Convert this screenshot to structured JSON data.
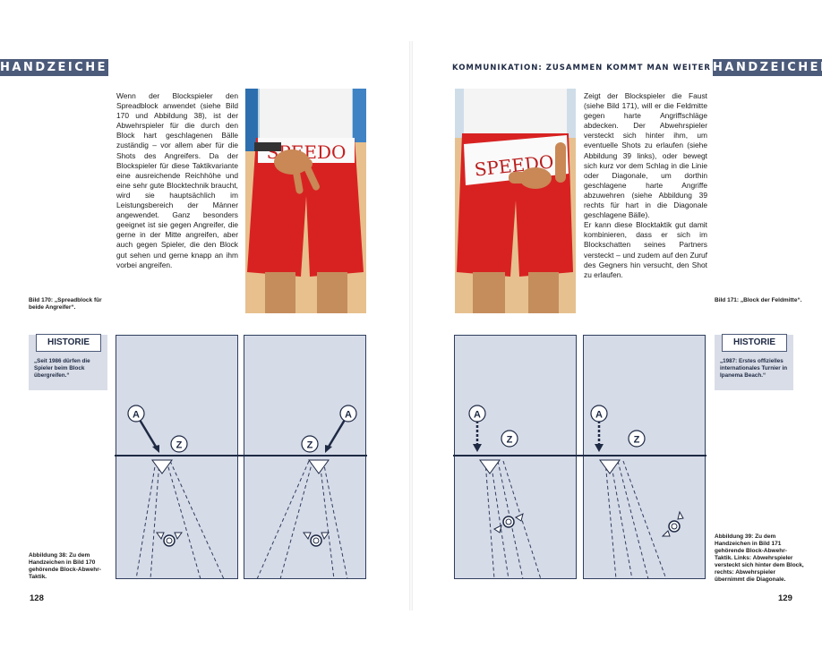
{
  "left_page": {
    "section_tag": "HANDZEICHEN",
    "body": "Wenn der Blockspieler den Spreadblock anwendet (siehe Bild 170 und Abbildung 38), ist der Abwehrspieler für die durch den Block hart geschlagenen Bälle zuständig – vor allem aber für die Shots des Angreifers. Da der Blockspieler für diese Taktikvariante eine ausreichende Reichhöhe und eine sehr gute Blocktechnik braucht, wird sie hauptsächlich im Leistungsbereich der Männer angewendet. Ganz besonders geeignet ist sie gegen Angreifer, die gerne in der Mitte angreifen, aber auch gegen Spieler, die den Block gut sehen und gerne knapp an ihm vorbei angreifen.",
    "photo_text": "SPEEDO",
    "caption_photo": "Bild 170: „Spreadblock für beide Angreifer“.",
    "historie_title": "HISTORIE",
    "historie_text": "„Seit 1986 dürfen die Spieler beim Block übergreifen.“",
    "caption_figure": "Abbildung 38: Zu dem Handzeichen in Bild 170 gehörende Block-Abwehr-Taktik.",
    "page_number": "128"
  },
  "right_page": {
    "running_head": "KOMMUNIKATION: ZUSAMMEN KOMMT MAN WEITER",
    "section_tag": "HANDZEICHEN",
    "body_1": "Zeigt der Blockspieler die Faust (siehe Bild 171), will er die Feldmitte gegen harte Angriffschläge abdecken. Der Abwehrspieler versteckt sich hinter ihm, um eventuelle Shots zu erlaufen (siehe Abbildung 39 links), oder bewegt sich kurz vor dem Schlag in die Linie oder Diagonale, um dorthin geschlagene harte Angriffe abzuwehren (siehe Abbildung 39 rechts für hart in die Diagonale geschlagene Bälle).",
    "body_2": "Er kann diese Blocktaktik gut damit kombinieren, dass er sich im Blockschatten seines Partners versteckt – und zudem auf den Zuruf des Gegners hin versucht, den Shot zu erlaufen.",
    "photo_text": "SPEEDO",
    "caption_photo": "Bild 171: „Block der Feldmitte“.",
    "historie_title": "HISTORIE",
    "historie_text": "„1987: Erstes offizielles internationales Turnier in Ipanema Beach.“",
    "caption_figure": "Abbildung 39: Zu dem Handzeichen in Bild 171 gehörende Block-Abwehr-Taktik. Links: Abwehrspieler versteckt sich hinter dem Block, rechts: Abwehrspieler übernimmt die Diagonale.",
    "page_number": "129"
  },
  "diagram_labels": {
    "attacker": "A",
    "zuspieler": "Z"
  }
}
